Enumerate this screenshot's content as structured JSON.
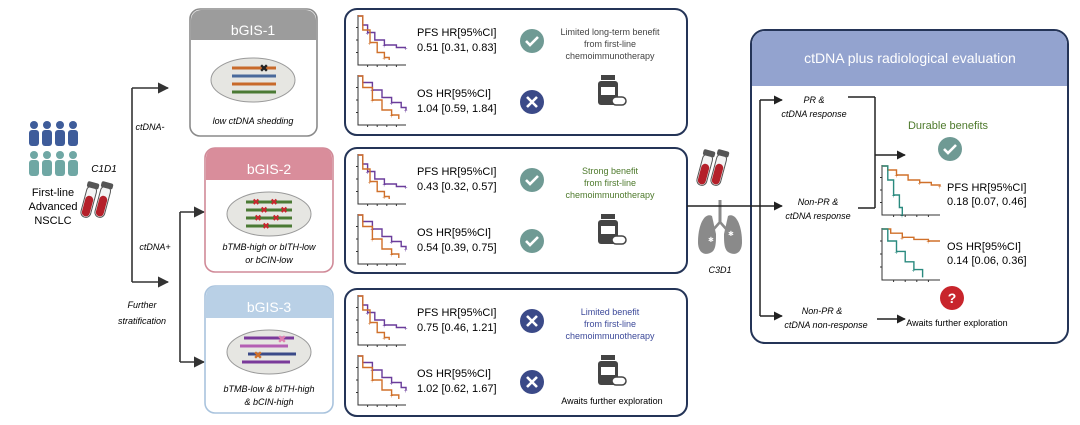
{
  "left": {
    "population": [
      "First-line",
      "Advanced",
      "NSCLC"
    ],
    "timepoint": "C1D1",
    "branch_neg": "ctDNA-",
    "branch_pos": "ctDNA+",
    "further": [
      "Further",
      "stratification"
    ]
  },
  "groups": [
    {
      "title": "bGIS-1",
      "desc": [
        "low ctDNA shedding"
      ],
      "pfs_label": "PFS HR[95%CI]",
      "pfs_value": "0.51 [0.31, 0.83]",
      "pfs_status": "check",
      "os_label": "OS HR[95%CI]",
      "os_value": "1.04 [0.59, 1.84]",
      "os_status": "cross",
      "benefit": [
        "Limited long-term benefit",
        "from first-line",
        "chemoimmunotherapy"
      ],
      "benefit_color": "#444444",
      "note": ""
    },
    {
      "title": "bGIS-2",
      "desc": [
        "bTMB-high or bITH-low",
        "or bCIN-low"
      ],
      "pfs_label": "PFS HR[95%CI]",
      "pfs_value": "0.43 [0.32, 0.57]",
      "pfs_status": "check",
      "os_label": "OS HR[95%CI]",
      "os_value": "0.54 [0.39, 0.75]",
      "os_status": "check",
      "benefit": [
        "Strong benefit",
        "from first-line",
        "chemoimmunotherapy"
      ],
      "benefit_color": "#4e7a2c",
      "note": ""
    },
    {
      "title": "bGIS-3",
      "desc": [
        "bTMB-low & bITH-high",
        "& bCIN-high"
      ],
      "pfs_label": "PFS HR[95%CI]",
      "pfs_value": "0.75 [0.46, 1.21]",
      "pfs_status": "cross",
      "os_label": "OS HR[95%CI]",
      "os_value": "1.02 [0.62, 1.67]",
      "os_status": "cross",
      "benefit": [
        "Limited benefit",
        "from first-line",
        "chemoimmunotherapy"
      ],
      "benefit_color": "#3d4a9a",
      "note": "Awaits further exploration"
    }
  ],
  "right": {
    "timepoint": "C3D1",
    "header": "ctDNA plus radiological evaluation",
    "branch1": [
      "PR &",
      "ctDNA response"
    ],
    "branch2": [
      "Non-PR &",
      "ctDNA response"
    ],
    "branch3": [
      "Non-PR &",
      "ctDNA non-response"
    ],
    "durable": "Durable benefits",
    "pfs_label": "PFS HR[95%CI]",
    "pfs_value": "0.18 [0.07, 0.46]",
    "os_label": "OS HR[95%CI]",
    "os_value": "0.14 [0.06, 0.36]",
    "awaits": "Awaits further exploration"
  },
  "colors": {
    "navy": "#243457",
    "check_green": "#6f9a94",
    "cross_navy": "#3b4a88",
    "question_red": "#c8252c",
    "header_blue": "#93a3cf",
    "km_purple": "#6a3c9b",
    "km_orange": "#d0702a",
    "km_teal": "#2a8a7f",
    "person_blue": "#3e5c9a",
    "person_teal": "#6fa7a4"
  }
}
